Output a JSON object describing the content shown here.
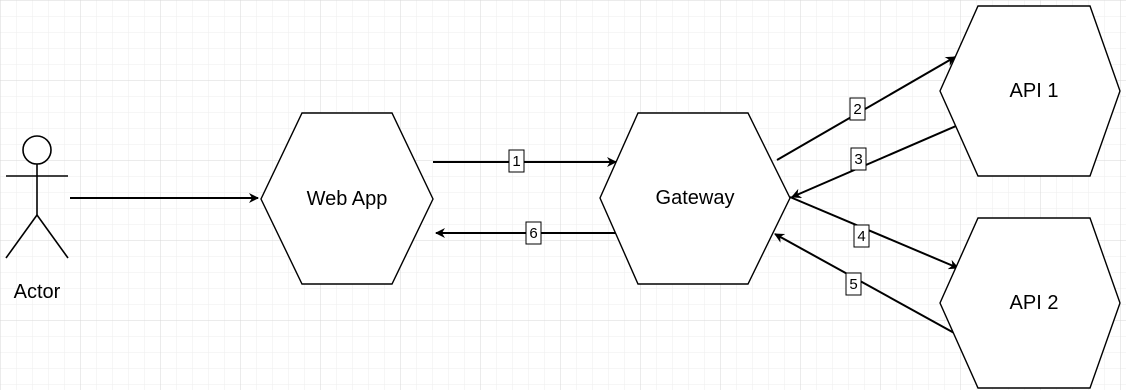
{
  "diagram": {
    "actor": {
      "label": "Actor"
    },
    "nodes": {
      "webapp": {
        "label": "Web App"
      },
      "gateway": {
        "label": "Gateway"
      },
      "api1": {
        "label": "API 1"
      },
      "api2": {
        "label": "API 2"
      }
    },
    "edges": {
      "e1": {
        "label": "1"
      },
      "e2": {
        "label": "2"
      },
      "e3": {
        "label": "3"
      },
      "e4": {
        "label": "4"
      },
      "e5": {
        "label": "5"
      },
      "e6": {
        "label": "6"
      }
    }
  }
}
